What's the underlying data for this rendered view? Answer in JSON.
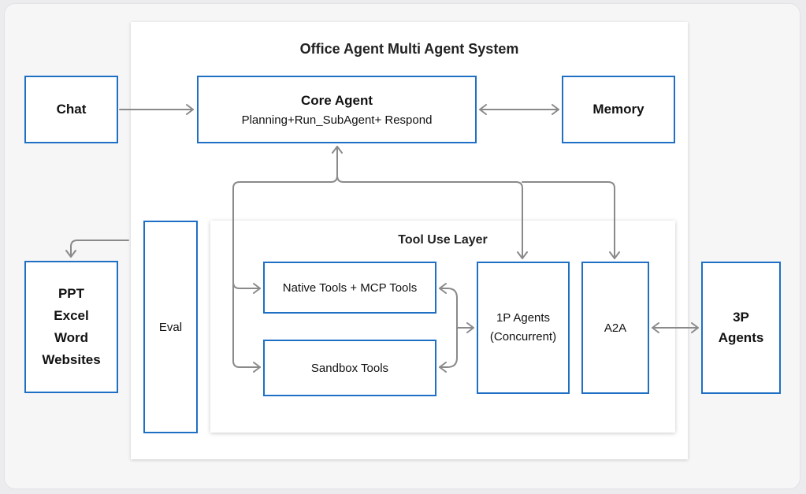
{
  "diagram": {
    "title": "Office Agent Multi Agent System",
    "tool_layer_title": "Tool Use Layer",
    "nodes": {
      "chat": "Chat",
      "core_agent": {
        "title": "Core Agent",
        "subtitle": "Planning+Run_SubAgent+ Respond"
      },
      "memory": "Memory",
      "outputs": [
        "PPT",
        "Excel",
        "Word",
        "Websites"
      ],
      "eval": "Eval",
      "native_tools": "Native Tools + MCP Tools",
      "sandbox_tools": "Sandbox Tools",
      "first_party_agents": {
        "line1": "1P Agents",
        "line2": "(Concurrent)"
      },
      "a2a": "A2A",
      "third_party_agents": {
        "line1": "3P",
        "line2": "Agents"
      }
    },
    "colors": {
      "box_border": "#1f6fc5",
      "arrow": "#888888",
      "background": "#f6f6f7"
    }
  }
}
